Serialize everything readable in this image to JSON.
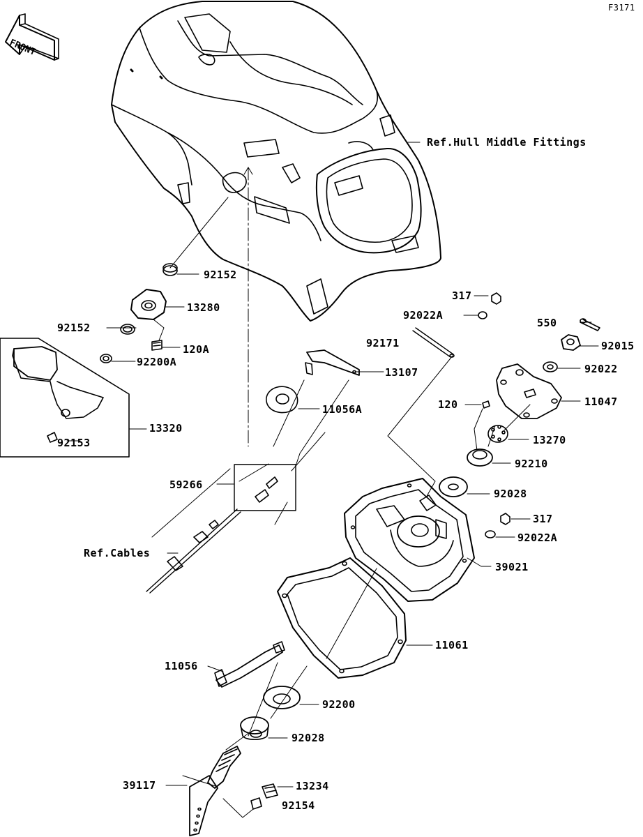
{
  "figure_code": "F3171",
  "front_label": "FRONT",
  "references": {
    "hull": "Ref.Hull Middle Fittings",
    "cables": "Ref.Cables"
  },
  "parts": [
    {
      "id": "92152_top",
      "number": "92152"
    },
    {
      "id": "13280",
      "number": "13280"
    },
    {
      "id": "92152_left",
      "number": "92152"
    },
    {
      "id": "120A",
      "number": "120A"
    },
    {
      "id": "92200A",
      "number": "92200A"
    },
    {
      "id": "13107",
      "number": "13107"
    },
    {
      "id": "11056A",
      "number": "11056A"
    },
    {
      "id": "13320",
      "number": "13320"
    },
    {
      "id": "92153",
      "number": "92153"
    },
    {
      "id": "59266",
      "number": "59266"
    },
    {
      "id": "317_top",
      "number": "317"
    },
    {
      "id": "92022A_top",
      "number": "92022A"
    },
    {
      "id": "92171",
      "number": "92171"
    },
    {
      "id": "550",
      "number": "550"
    },
    {
      "id": "92015",
      "number": "92015"
    },
    {
      "id": "92022",
      "number": "92022"
    },
    {
      "id": "120",
      "number": "120"
    },
    {
      "id": "11047",
      "number": "11047"
    },
    {
      "id": "13270",
      "number": "13270"
    },
    {
      "id": "92210",
      "number": "92210"
    },
    {
      "id": "92028_top",
      "number": "92028"
    },
    {
      "id": "317_mid",
      "number": "317"
    },
    {
      "id": "92022A_mid",
      "number": "92022A"
    },
    {
      "id": "39021",
      "number": "39021"
    },
    {
      "id": "11061",
      "number": "11061"
    },
    {
      "id": "11056",
      "number": "11056"
    },
    {
      "id": "92200",
      "number": "92200"
    },
    {
      "id": "92028_bottom",
      "number": "92028"
    },
    {
      "id": "39117",
      "number": "39117"
    },
    {
      "id": "13234",
      "number": "13234"
    },
    {
      "id": "92154",
      "number": "92154"
    }
  ]
}
